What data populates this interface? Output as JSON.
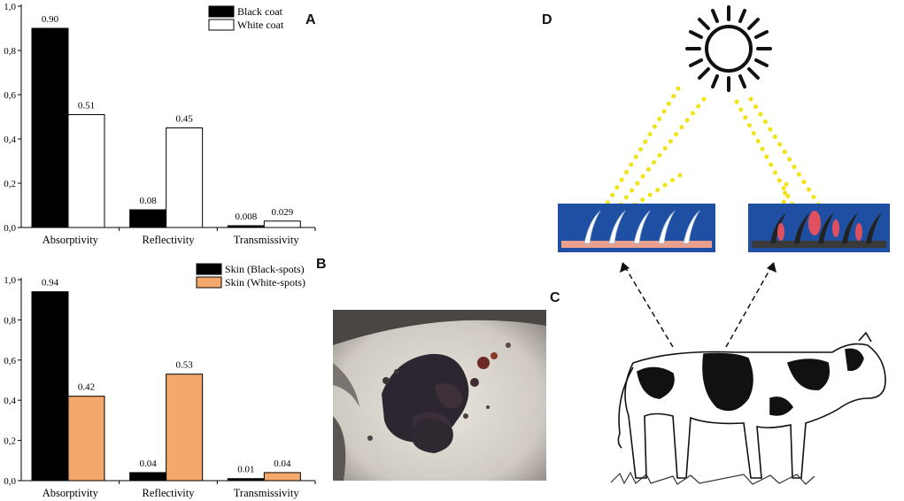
{
  "panels": {
    "a": "A",
    "b": "B",
    "c": "C",
    "d": "D"
  },
  "chart_data": [
    {
      "type": "bar",
      "panel": "A",
      "categories": [
        "Absorptivity",
        "Reflectivity",
        "Transmissivity"
      ],
      "series": [
        {
          "name": "Black coat",
          "values": [
            0.9,
            0.08,
            0.008
          ],
          "labels": [
            "0.90",
            "0.08",
            "0.008"
          ],
          "color": "#000000"
        },
        {
          "name": "White coat",
          "values": [
            0.51,
            0.45,
            0.029
          ],
          "labels": [
            "0.51",
            "0.45",
            "0.029"
          ],
          "color": "#ffffff"
        }
      ],
      "ylim": [
        0,
        1.0
      ],
      "yticks": [
        "0,0",
        "0,2",
        "0,4",
        "0,6",
        "0,8",
        "1,0"
      ],
      "legend": "top-right",
      "grid": false
    },
    {
      "type": "bar",
      "panel": "B",
      "categories": [
        "Absorptivity",
        "Reflectivity",
        "Transmissivity"
      ],
      "series": [
        {
          "name": "Skin (Black-spots)",
          "values": [
            0.94,
            0.04,
            0.01
          ],
          "labels": [
            "0.94",
            "0.04",
            "0.01"
          ],
          "color": "#000000"
        },
        {
          "name": "Skin (White-spots)",
          "values": [
            0.42,
            0.53,
            0.04
          ],
          "labels": [
            "0.42",
            "0.53",
            "0.04"
          ],
          "color": "#f4a86c"
        }
      ],
      "ylim": [
        0,
        1.0
      ],
      "yticks": [
        "0,0",
        "0,2",
        "0,4",
        "0,6",
        "0,8",
        "1,0"
      ],
      "legend": "top-right",
      "grid": false
    }
  ],
  "colors": {
    "sun": "#111111",
    "rays": "#f2e318",
    "skin_panel": "#1f4fa3",
    "hair_white": "#ffffff",
    "hair_red": "#e0505f"
  }
}
